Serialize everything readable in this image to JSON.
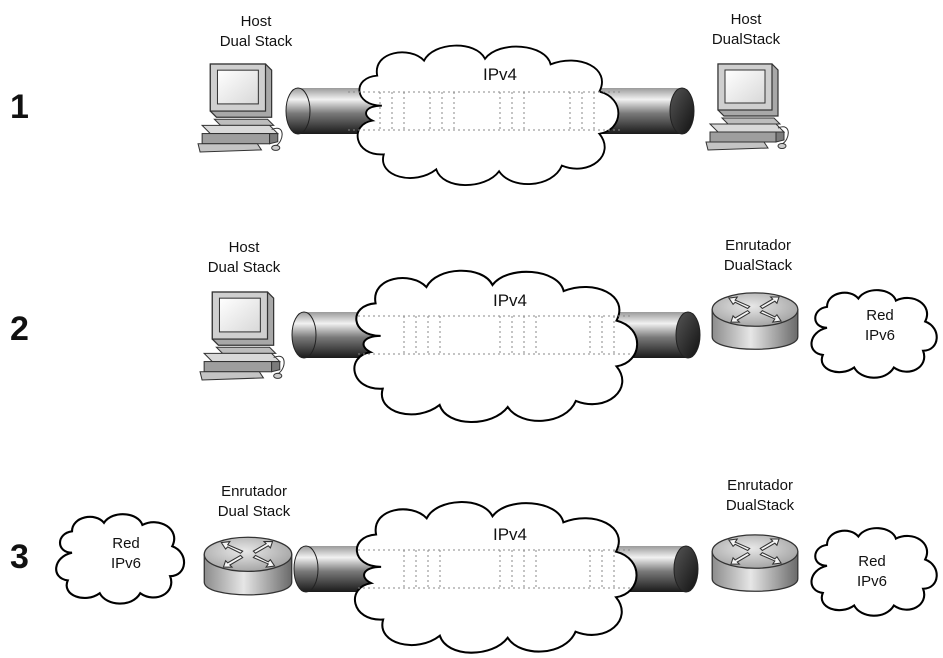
{
  "rows": [
    {
      "number": "1",
      "left_label": [
        "Host",
        "Dual Stack"
      ],
      "cloud": "IPv4",
      "right_label": [
        "Host",
        "DualStack"
      ]
    },
    {
      "number": "2",
      "left_label": [
        "Host",
        "Dual Stack"
      ],
      "cloud": "IPv4",
      "right_label": [
        "Enrutador",
        "DualStack"
      ],
      "right_network": [
        "Red",
        "IPv6"
      ]
    },
    {
      "number": "3",
      "left_network": [
        "Red",
        "IPv6"
      ],
      "left_label": [
        "Enrutador",
        "Dual Stack"
      ],
      "cloud": "IPv4",
      "right_label": [
        "Enrutador",
        "DualStack"
      ],
      "right_network": [
        "Red",
        "IPv6"
      ]
    }
  ],
  "icons": {
    "host": "computer-icon",
    "router": "router-icon",
    "tunnel": "tunnel-pipe",
    "cloud": "cloud-icon"
  }
}
